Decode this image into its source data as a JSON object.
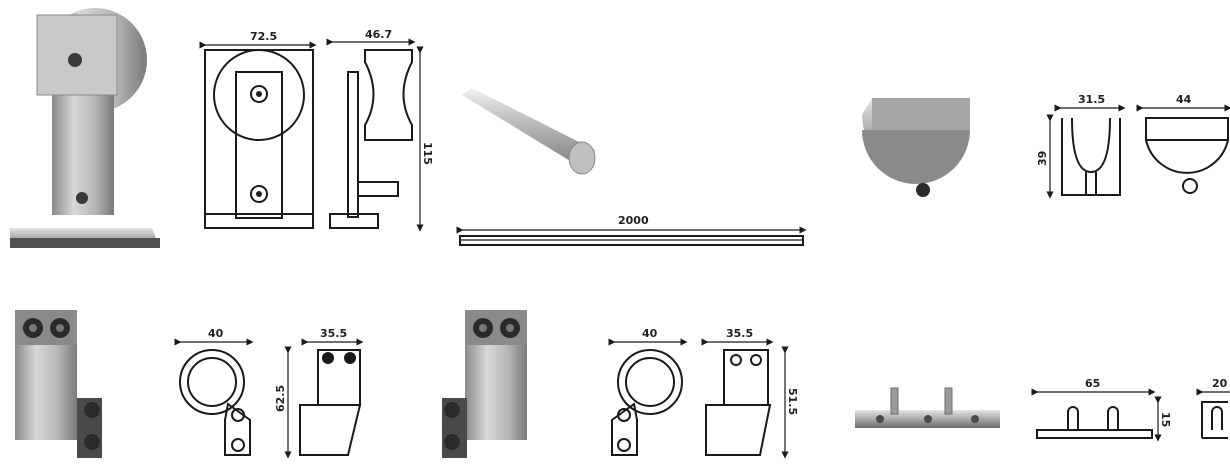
{
  "colors": {
    "steel_light": "#d9d9d9",
    "steel_mid": "#a9a9a9",
    "steel_dark": "#6e6e6e",
    "line": "#1a1a1a",
    "background": "#ffffff"
  },
  "rows": [
    {
      "items": [
        {
          "name": "roller-hanger",
          "photo_icon": "hanger-wheel-icon",
          "dims": [
            "72.5",
            "46.7",
            "115"
          ]
        },
        {
          "name": "rail",
          "photo_icon": "round-rail-icon",
          "dims": [
            "2000"
          ]
        },
        {
          "name": "rail-end-stop",
          "photo_icon": "end-stop-icon",
          "dims": [
            "31.5",
            "39",
            "44"
          ]
        }
      ]
    },
    {
      "items": [
        {
          "name": "wall-bracket-a",
          "photo_icon": "wall-bracket-icon",
          "dims": [
            "40",
            "35.5",
            "62.5"
          ]
        },
        {
          "name": "wall-bracket-b",
          "photo_icon": "wall-bracket-icon",
          "dims": [
            "40",
            "35.5",
            "51.5"
          ]
        },
        {
          "name": "floor-guide",
          "photo_icon": "floor-guide-icon",
          "dims": [
            "65",
            "15",
            "20"
          ]
        }
      ]
    }
  ]
}
